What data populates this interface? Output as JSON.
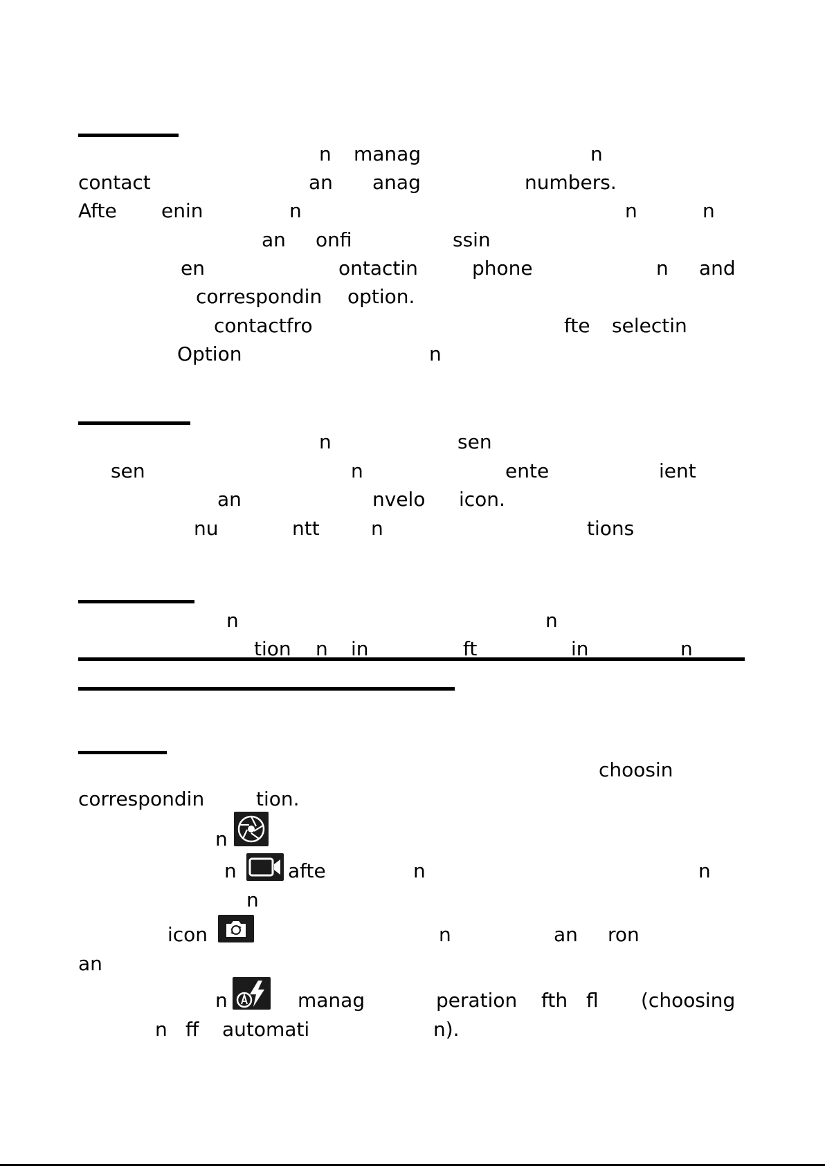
{
  "sections": [
    {
      "lines": [
        [
          "n",
          "manag",
          "n"
        ],
        [
          "contact",
          "an",
          "anag",
          "numbers."
        ],
        [
          "Afte",
          "enin",
          "n",
          "n",
          "n"
        ],
        [
          "an",
          "onfi",
          "ssin"
        ],
        [
          "en",
          "ontactin",
          "phone",
          "n",
          "and"
        ],
        [
          "correspondin",
          "option."
        ],
        [
          "contactfro",
          "fte",
          "selectin"
        ],
        [
          "Option",
          "n"
        ]
      ]
    },
    {
      "lines": [
        [
          "n",
          "sen"
        ],
        [
          "sen",
          "n",
          "ente",
          "ient"
        ],
        [
          "an",
          "nvelo",
          "icon."
        ],
        [
          "nu",
          "ntt",
          "n",
          "tions"
        ]
      ]
    },
    {
      "lines": [
        [
          "n",
          "n"
        ],
        [
          "tion",
          "n",
          "in",
          "ft",
          "in",
          "n"
        ]
      ]
    },
    {
      "lines": [
        [
          "choosin"
        ],
        [
          "correspondin",
          "tion."
        ],
        [
          "n"
        ],
        [
          "n",
          "afte",
          "n",
          "n"
        ],
        [
          "n"
        ],
        [
          "icon",
          "n",
          "an",
          "ron"
        ],
        [
          "an"
        ],
        [
          "n",
          "manag",
          "peration",
          "fth",
          "fl",
          "(choosing"
        ],
        [
          "n",
          "ff",
          "automati",
          "n)."
        ]
      ]
    }
  ],
  "icons": {
    "shutter": "camera-shutter-icon",
    "video": "video-camera-icon",
    "switch_camera": "switch-camera-icon",
    "flash": "flash-auto-icon"
  },
  "colors": {
    "text": "#000000",
    "icon_bg": "#1b1b1b",
    "icon_fg": "#ffffff"
  }
}
